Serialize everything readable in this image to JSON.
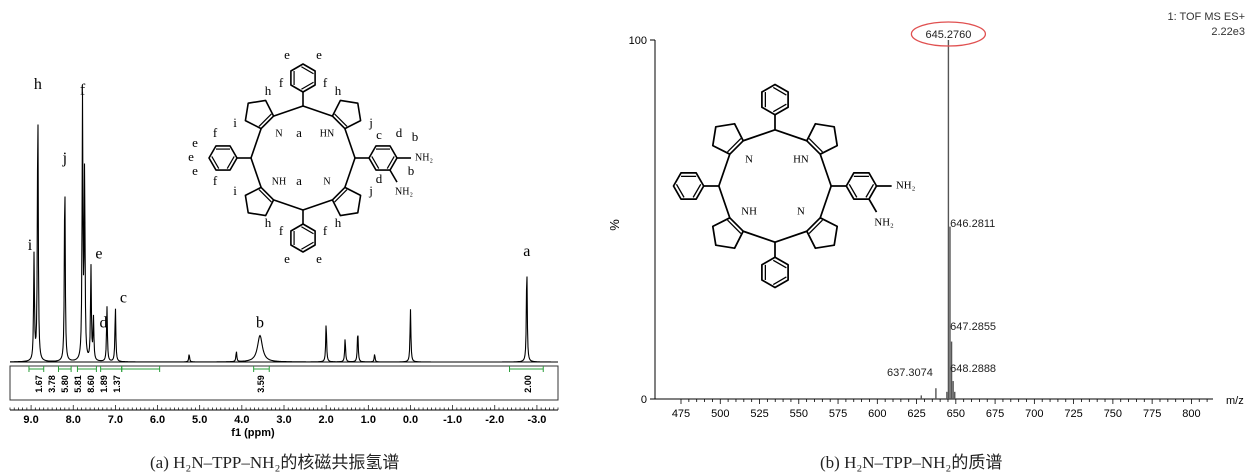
{
  "captions": {
    "a": "(a) H₂N–TPP–NH₂的核磁共振氢谱",
    "b": "(b) H₂N–TPP–NH₂的质谱"
  },
  "chart_data": [
    {
      "type": "line",
      "xlabel": "f1 (ppm)",
      "xlim": [
        9.5,
        -3.5
      ],
      "x_ticks": [
        9.0,
        8.0,
        7.0,
        6.0,
        5.0,
        4.0,
        3.0,
        2.0,
        1.0,
        0.0,
        -1.0,
        -2.0,
        -3.0
      ],
      "x_tick_labels": [
        "9.0",
        "8.0",
        "7.0",
        "6.0",
        "5.0",
        "4.0",
        "3.0",
        "2.0",
        "1.0",
        "0.0",
        "-1.0",
        "-2.0",
        "-3.0"
      ],
      "peaks": [
        {
          "x": 8.93,
          "height": 0.4,
          "label": "i"
        },
        {
          "x": 8.84,
          "height": 1.0,
          "label": "h"
        },
        {
          "x": 8.2,
          "height": 0.72,
          "label": "j"
        },
        {
          "x": 7.78,
          "height": 0.98,
          "label": "f"
        },
        {
          "x": 7.73,
          "height": 0.72,
          "label": ""
        },
        {
          "x": 7.58,
          "height": 0.36,
          "label": "e"
        },
        {
          "x": 7.52,
          "height": 0.16,
          "label": "d"
        },
        {
          "x": 7.2,
          "height": 0.21,
          "label": ""
        },
        {
          "x": 7.0,
          "height": 0.21,
          "label": "c"
        },
        {
          "x": 5.25,
          "height": 0.03,
          "label": ""
        },
        {
          "x": 4.13,
          "height": 0.04,
          "label": ""
        },
        {
          "x": 3.57,
          "height": 0.1,
          "label": "b",
          "width": 0.07
        },
        {
          "x": 2.0,
          "height": 0.15,
          "label": ""
        },
        {
          "x": 1.55,
          "height": 0.09,
          "label": ""
        },
        {
          "x": 1.25,
          "height": 0.12,
          "label": ""
        },
        {
          "x": 0.85,
          "height": 0.03,
          "label": ""
        },
        {
          "x": 0.0,
          "height": 0.2,
          "label": ""
        },
        {
          "x": -2.76,
          "height": 0.37,
          "label": "a"
        }
      ],
      "integrals": [
        {
          "value": "1.67",
          "x": 8.93
        },
        {
          "value": "3.78",
          "x": 8.84
        },
        {
          "value": "5.80",
          "x": 8.2
        },
        {
          "value": "5.81",
          "x": 7.78
        },
        {
          "value": "8.60",
          "x": 7.58
        },
        {
          "value": "1.89",
          "x": 7.2
        },
        {
          "value": "1.37",
          "x": 7.0
        },
        {
          "value": "3.59",
          "x": 3.57
        },
        {
          "value": "2.00",
          "x": -2.76
        }
      ],
      "structure_labels": {
        "amine": "NH₂",
        "pyrrole_nh": "NH",
        "pyrrole_hn": "HN",
        "imine_n": "N",
        "a": "a",
        "b": "b",
        "c": "c",
        "d": "d",
        "e": "e",
        "f": "f",
        "h": "h",
        "i": "i",
        "j": "j"
      }
    },
    {
      "type": "bar",
      "xlabel": "m/z",
      "ylabel": "%",
      "xlim": [
        475,
        812
      ],
      "ylim": [
        0,
        100
      ],
      "x_ticks": [
        475,
        500,
        525,
        550,
        575,
        600,
        625,
        650,
        675,
        700,
        725,
        750,
        775,
        800
      ],
      "y_ticks": [
        0,
        100
      ],
      "instrument": "1: TOF MS ES+",
      "intensity": "2.22e3",
      "peaks": [
        {
          "x": 645.276,
          "y": 100,
          "label": "645.2760",
          "highlight": true
        },
        {
          "x": 646.2811,
          "y": 48,
          "label": "646.2811"
        },
        {
          "x": 647.2855,
          "y": 16,
          "label": "647.2855"
        },
        {
          "x": 648.2888,
          "y": 5,
          "label": "648.2888"
        },
        {
          "x": 637.3074,
          "y": 3,
          "label": "637.3074"
        },
        {
          "x": 644.3,
          "y": 2,
          "label": ""
        },
        {
          "x": 649.3,
          "y": 2,
          "label": ""
        },
        {
          "x": 628.0,
          "y": 1,
          "label": ""
        }
      ],
      "structure_labels": {
        "amine": "NH₂",
        "pyrrole_nh": "NH",
        "pyrrole_hn": "HN",
        "imine_n": "N"
      }
    }
  ]
}
